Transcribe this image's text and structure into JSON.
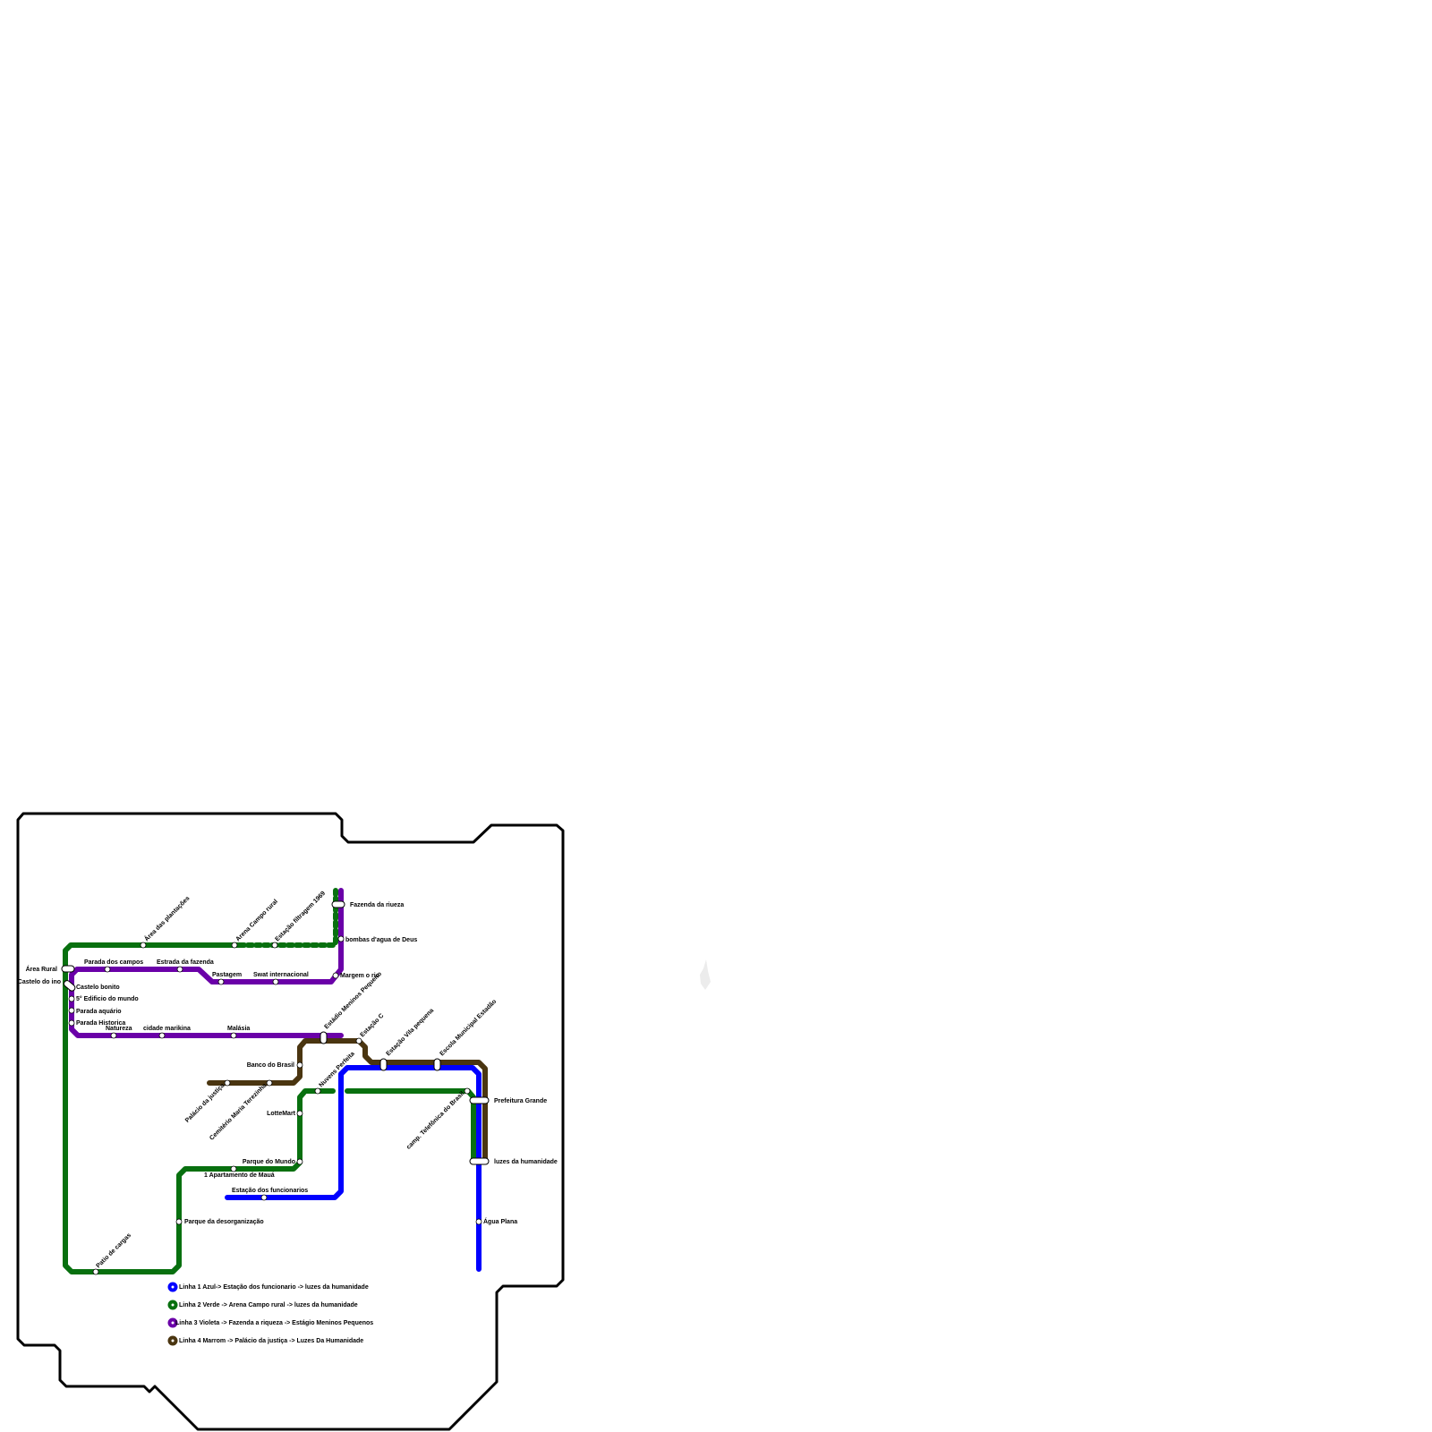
{
  "colors": {
    "blue": "#0000ff",
    "green": "#08700f",
    "violet": "#6a00a8",
    "brown": "#4a3510",
    "boundary": "#000000",
    "background": "#ffffff"
  },
  "lines": [
    {
      "id": "blue",
      "color": "#0000ff",
      "legend": "Linha 1 Azul-> Estação dos funcionario ->  luzes da humanidade"
    },
    {
      "id": "green",
      "color": "#08700f",
      "legend": "Linha 2 Verde -> Arena Campo rural -> luzes da humanidade"
    },
    {
      "id": "violet",
      "color": "#6a00a8",
      "legend": "Linha 3 Violeta -> Fazenda a riqueza ->  Estágio Meninos Pequenos"
    },
    {
      "id": "brown",
      "color": "#4a3510",
      "legend": "Linha 4 Marrom -> Palácio da justiça ->  Luzes Da Humanidade"
    }
  ],
  "stations": {
    "area_rural": "Área Rural",
    "castelo_do_ino": "Castelo do ino",
    "castelo_bonito": "Castelo bonito",
    "quinto_edificio": "5° Edificio do mundo",
    "parada_aquario": "Parada aquário",
    "parada_historica": "Parada Historica",
    "parada_dos_campos": "Parada dos campos",
    "estrada_da_fazenda": "Estrada da fazenda",
    "pastagem": "Pastagem",
    "swat_internacional": "Swat internacional",
    "area_das_plantacoes": "Área das plantações",
    "arena_campo_rural": "Arena Campo rural",
    "estacao_filtragem": "Estação filtragem 1969",
    "fazenda_da_riqueza": "Fazenda da riueza",
    "bombas_dagua": "bombas d'agua de Deus",
    "margem_o_rio": "Margem o rio",
    "natureza": "Natureza",
    "cidade_marikina": "cidade marikina",
    "malasia": "Malásia",
    "estadio_meninos": "Estádio Meninos Pequeno",
    "estacao_c": "Estação C",
    "estacao_vila_pequena": "Estação Vila pequena",
    "escola_municipal": "Escola Municipal Estadão",
    "banco_do_brasil": "Banco do Brasil",
    "palacio_da_justica": "Palácio da justiça",
    "cemiterio": "Cemitério Maria Terezinha",
    "nuvens_perfeita": "Nuvens Perfeita",
    "camp_telefonica": "camp. Telefônica do Brasil",
    "prefeitura_grande": "Prefeitura Grande",
    "lottemart": "LotteMart",
    "parque_do_mundo": "Parque do Mundo",
    "apartamento_maua": "1 Apartamento de Mauá",
    "luzes_da_humanidade": "luzes da humanidade",
    "estacao_dos_funcionarios": "Estação dos funcionarios",
    "parque_da_desorganizacao": "Parque da desorganização",
    "agua_plana": "Água Plana",
    "patio_de_cargas": "Patio de cargas"
  }
}
